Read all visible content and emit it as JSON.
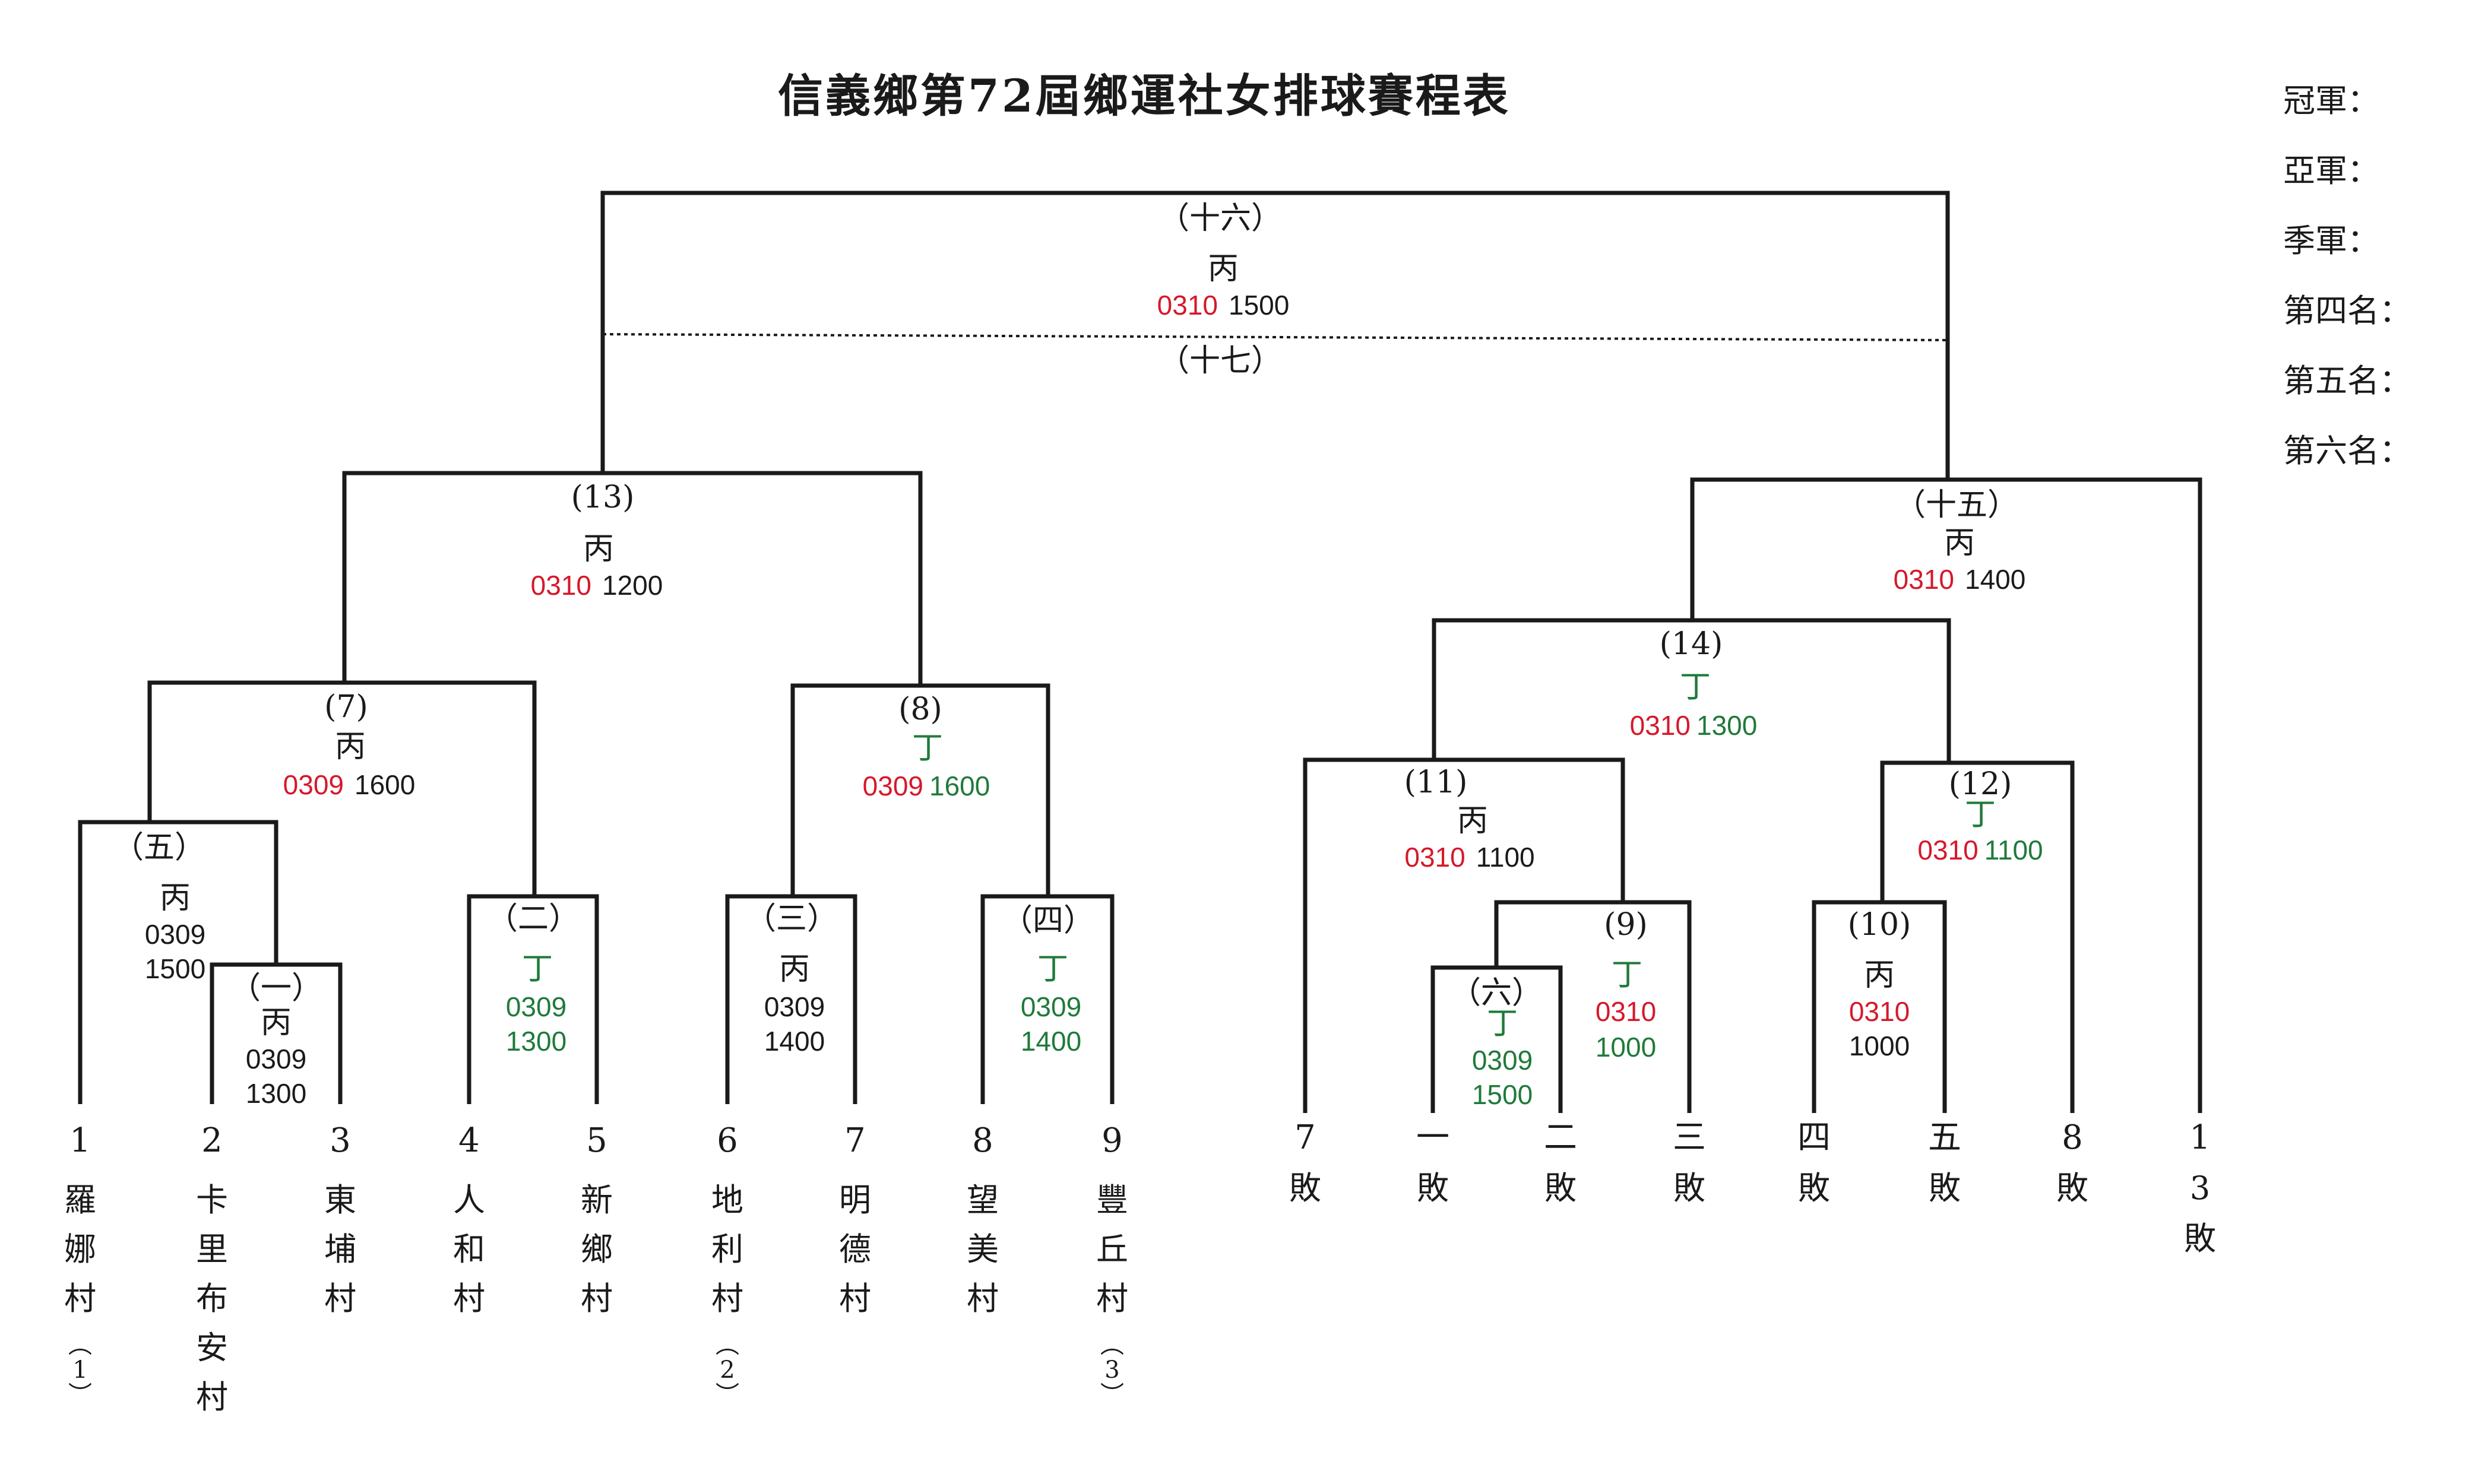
{
  "title": "信義鄉第72屆鄉運社女排球賽程表",
  "rankings": [
    "冠軍：",
    "亞軍：",
    "季軍：",
    "第四名：",
    "第五名：",
    "第六名："
  ],
  "colors": {
    "red": "#d6182a",
    "green": "#1f7a3a",
    "black": "#1a1a1a"
  },
  "games": {
    "g16": {
      "label": "（十六）",
      "court": "丙",
      "date": "0310",
      "time": "1500",
      "time_color": "black"
    },
    "g17": {
      "label": "（十七）"
    },
    "g13": {
      "label": "(13)",
      "court": "丙",
      "date": "0310",
      "time": "1200",
      "time_color": "black"
    },
    "g15": {
      "label": "（十五）",
      "court": "丙",
      "date": "0310",
      "time": "1400",
      "time_color": "black"
    },
    "g7": {
      "label": "(7)",
      "court": "丙",
      "date": "0309",
      "time": "1600",
      "time_color": "black"
    },
    "g8": {
      "label": "(8)",
      "court": "丁",
      "date": "0309",
      "time": "1600",
      "time_color": "green"
    },
    "g14": {
      "label": "(14)",
      "court": "丁",
      "date": "0310",
      "time": "1300",
      "time_color": "green"
    },
    "g11": {
      "label": "(11)",
      "court": "丙",
      "date": "0310",
      "time": "1100",
      "time_color": "black"
    },
    "g12": {
      "label": "(12)",
      "court": "丁",
      "date": "0310",
      "time": "1100",
      "time_color": "green"
    },
    "g5": {
      "label": "（五）",
      "court": "丙",
      "date": "0309",
      "time": "1500",
      "color": "black"
    },
    "g1": {
      "label": "（一）",
      "court": "丙",
      "date": "0309",
      "time": "1300",
      "color": "black"
    },
    "g2": {
      "label": "（二）",
      "court": "丁",
      "date": "0309",
      "time": "1300",
      "color": "green"
    },
    "g3": {
      "label": "（三）",
      "court": "丙",
      "date": "0309",
      "time": "1400",
      "color": "black"
    },
    "g4": {
      "label": "（四）",
      "court": "丁",
      "date": "0309",
      "time": "1400",
      "color": "green"
    },
    "g6": {
      "label": "（六）",
      "court": "丁",
      "date": "0309",
      "time": "1500",
      "color": "green"
    },
    "g9": {
      "label": "(9)",
      "court": "丁",
      "date": "0310",
      "time": "1000",
      "date_color": "red",
      "time_color": "green"
    },
    "g10": {
      "label": "(10)",
      "court": "丙",
      "date": "0310",
      "time": "1000",
      "date_color": "red",
      "time_color": "black"
    }
  },
  "teams": [
    {
      "num": "1",
      "name": [
        "羅",
        "娜",
        "村"
      ],
      "seed": [
        "︵",
        "1",
        "︶"
      ]
    },
    {
      "num": "2",
      "name": [
        "卡",
        "里",
        "布",
        "安",
        "村"
      ]
    },
    {
      "num": "3",
      "name": [
        "東",
        "埔",
        "村"
      ]
    },
    {
      "num": "4",
      "name": [
        "人",
        "和",
        "村"
      ]
    },
    {
      "num": "5",
      "name": [
        "新",
        "鄉",
        "村"
      ]
    },
    {
      "num": "6",
      "name": [
        "地",
        "利",
        "村"
      ],
      "seed": [
        "︵",
        "2",
        "︶"
      ]
    },
    {
      "num": "7",
      "name": [
        "明",
        "德",
        "村"
      ]
    },
    {
      "num": "8",
      "name": [
        "望",
        "美",
        "村"
      ]
    },
    {
      "num": "9",
      "name": [
        "豐",
        "丘",
        "村"
      ],
      "seed": [
        "︵",
        "3",
        "︶"
      ]
    }
  ],
  "losers": [
    {
      "num": "7",
      "text": [
        "敗"
      ]
    },
    {
      "num": "一",
      "text": [
        "敗"
      ]
    },
    {
      "num": "二",
      "text": [
        "敗"
      ]
    },
    {
      "num": "三",
      "text": [
        "敗"
      ]
    },
    {
      "num": "四",
      "text": [
        "敗"
      ]
    },
    {
      "num": "五",
      "text": [
        "敗"
      ]
    },
    {
      "num": "8",
      "text": [
        "敗"
      ]
    },
    {
      "num": "1",
      "text": [
        "3",
        "敗"
      ]
    }
  ]
}
